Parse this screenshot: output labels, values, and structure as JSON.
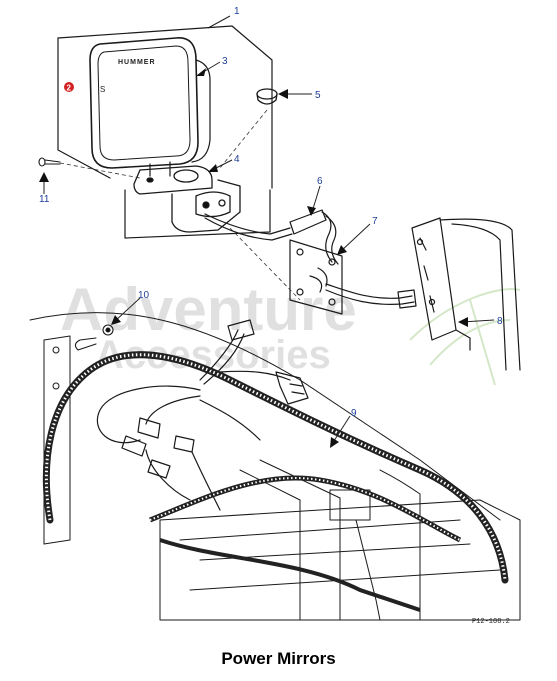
{
  "callouts": [
    "1",
    "2",
    "3",
    "4",
    "5",
    "6",
    "7",
    "8",
    "9",
    "10",
    "11"
  ],
  "mirror_brand": "HUMMER",
  "mirror_mark": "S",
  "drawing_code": "P12-108.2",
  "watermark": {
    "line1": "Adventure",
    "line2": "Accessories"
  },
  "caption": "Power Mirrors",
  "colors": {
    "callout_text": "#1f3f9a",
    "badge": "#d42020",
    "watermark": "#d6d6d6",
    "ink": "#1a1a1a"
  }
}
